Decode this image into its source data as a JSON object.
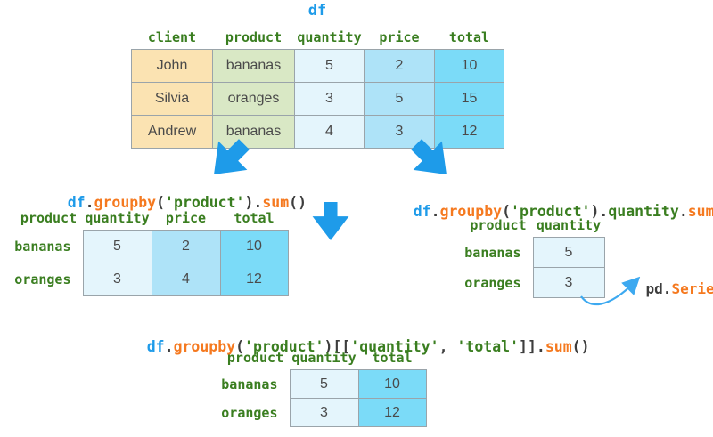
{
  "colors": {
    "accent_blue": "#1e9be9",
    "accent_orange": "#f5791f",
    "accent_green": "#3a7e20",
    "code_dark": "#3d3d3d",
    "cell_client_bg": "#fbe3b2",
    "cell_product_bg": "#d9e8c5",
    "cell_quantity_bg": "#e4f5fc",
    "cell_price_bg": "#aee3f8",
    "cell_total_bg": "#7bdbf8",
    "table_border": "#9aa4aa"
  },
  "df": {
    "title": "df",
    "headers": [
      "client",
      "product",
      "quantity",
      "price",
      "total"
    ],
    "rows": [
      [
        "John",
        "bananas",
        "5",
        "2",
        "10"
      ],
      [
        "Silvia",
        "oranges",
        "3",
        "5",
        "15"
      ],
      [
        "Andrew",
        "bananas",
        "4",
        "3",
        "12"
      ]
    ]
  },
  "left": {
    "code": [
      {
        "t": "df",
        "c": "blue"
      },
      {
        "t": ".",
        "c": "dark"
      },
      {
        "t": "groupby",
        "c": "orange"
      },
      {
        "t": "(",
        "c": "dark"
      },
      {
        "t": "'product'",
        "c": "green"
      },
      {
        "t": ").",
        "c": "dark"
      },
      {
        "t": "sum",
        "c": "orange"
      },
      {
        "t": "()",
        "c": "dark"
      }
    ],
    "table": {
      "headers": [
        "product",
        "quantity",
        "price",
        "total"
      ],
      "rows": [
        {
          "index": "bananas",
          "cells": [
            "5",
            "2",
            "10"
          ]
        },
        {
          "index": "oranges",
          "cells": [
            "3",
            "4",
            "12"
          ]
        }
      ]
    }
  },
  "right": {
    "code": [
      {
        "t": "df",
        "c": "blue"
      },
      {
        "t": ".",
        "c": "dark"
      },
      {
        "t": "groupby",
        "c": "orange"
      },
      {
        "t": "(",
        "c": "dark"
      },
      {
        "t": "'product'",
        "c": "green"
      },
      {
        "t": ").",
        "c": "dark"
      },
      {
        "t": "quantity",
        "c": "green"
      },
      {
        "t": ".",
        "c": "dark"
      },
      {
        "t": "sum",
        "c": "orange"
      },
      {
        "t": "()",
        "c": "dark"
      }
    ],
    "table": {
      "headers": [
        "product",
        "quantity"
      ],
      "rows": [
        {
          "index": "bananas",
          "cells": [
            "5"
          ]
        },
        {
          "index": "oranges",
          "cells": [
            "3"
          ]
        }
      ]
    },
    "series_label": [
      {
        "t": "pd.",
        "c": "dark"
      },
      {
        "t": "Series",
        "c": "orange"
      },
      {
        "t": "()",
        "c": "dark"
      }
    ]
  },
  "bottom": {
    "code": [
      {
        "t": "df",
        "c": "blue"
      },
      {
        "t": ".",
        "c": "dark"
      },
      {
        "t": "groupby",
        "c": "orange"
      },
      {
        "t": "(",
        "c": "dark"
      },
      {
        "t": "'product'",
        "c": "green"
      },
      {
        "t": ")[[",
        "c": "dark"
      },
      {
        "t": "'quantity'",
        "c": "green"
      },
      {
        "t": ", ",
        "c": "dark"
      },
      {
        "t": "'total'",
        "c": "green"
      },
      {
        "t": "]].",
        "c": "dark"
      },
      {
        "t": "sum",
        "c": "orange"
      },
      {
        "t": "()",
        "c": "dark"
      }
    ],
    "table": {
      "headers": [
        "product",
        "quantity",
        "total"
      ],
      "rows": [
        {
          "index": "bananas",
          "cells": [
            "5",
            "10"
          ]
        },
        {
          "index": "oranges",
          "cells": [
            "3",
            "12"
          ]
        }
      ]
    }
  },
  "arrows": [
    "arrow-down-left",
    "arrow-down-right",
    "arrow-down",
    "curved-arrow-to-series"
  ]
}
